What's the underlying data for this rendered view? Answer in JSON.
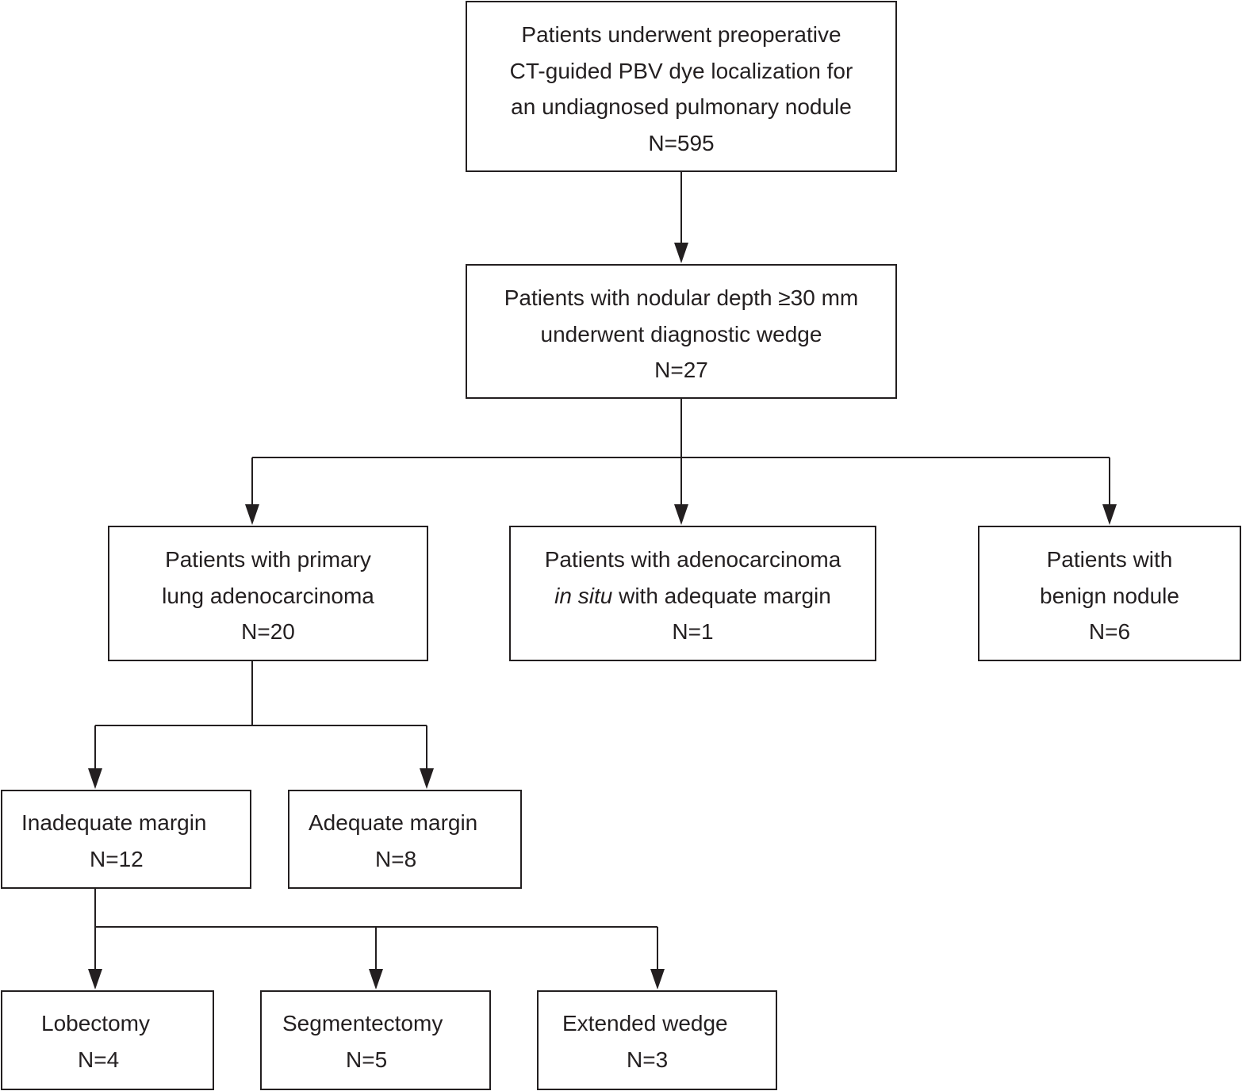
{
  "flowchart": {
    "screened": {
      "line1": "Patients underwent preoperative",
      "line2": "CT-guided PBV dye localization for",
      "line3": "an undiagnosed pulmonary nodule",
      "count": "N=595"
    },
    "diagnostic_wedge": {
      "line1": "Patients with nodular depth ≥30 mm",
      "line2": "underwent diagnostic wedge",
      "count": "N=27"
    },
    "primary_adenocarcinoma": {
      "line1": "Patients with primary",
      "line2": "lung adenocarcinoma",
      "count": "N=20"
    },
    "adenocarcinoma_in_situ": {
      "line1": "Patients with adenocarcinoma",
      "line2_italic": "in situ",
      "line2_rest": " with adequate margin",
      "count": "N=1"
    },
    "benign": {
      "line1": "Patients with",
      "line2": "benign nodule",
      "count": "N=6"
    },
    "inadequate_margin": {
      "label": "Inadequate margin",
      "count": "N=12"
    },
    "adequate_margin": {
      "label": "Adequate margin",
      "count": "N=8"
    },
    "lobectomy": {
      "label": "Lobectomy",
      "count": "N=4"
    },
    "segmentectomy": {
      "label": "Segmentectomy",
      "count": "N=5"
    },
    "extended_wedge": {
      "label": "Extended wedge",
      "count": "N=3"
    }
  },
  "colors": {
    "line": "#231f20",
    "background": "#ffffff"
  }
}
